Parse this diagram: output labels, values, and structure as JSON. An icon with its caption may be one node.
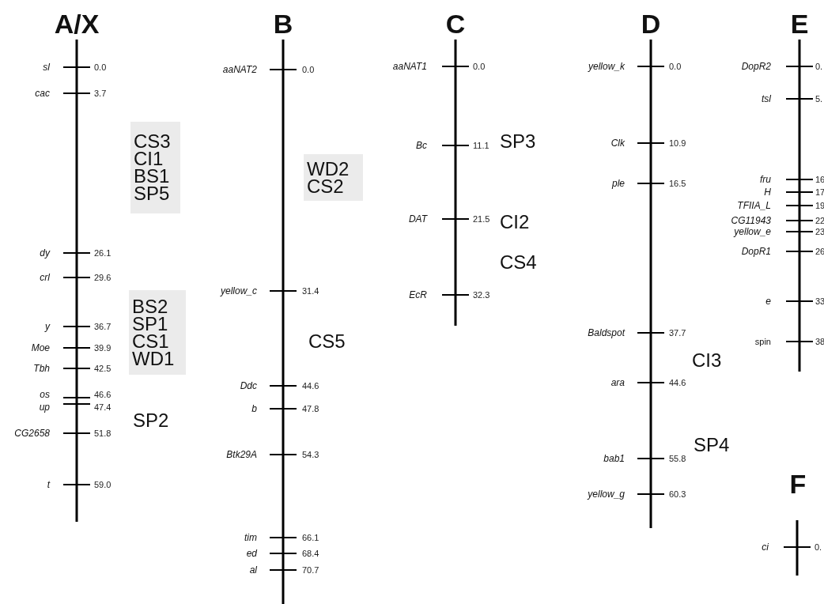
{
  "diagram": {
    "nodes": [
      {
        "text": [
          "CS3",
          "CI1",
          "BS1",
          "SP5"
        ]
      },
      {
        "text": [
          "BS2",
          "SP1",
          "CS1",
          "WD1"
        ]
      },
      {
        "text": [
          "WD2",
          "CS2"
        ]
      }
    ],
    "labels": [
      "A/X",
      "sl",
      "0.0",
      "cac",
      "3.7",
      "dy",
      "26.1",
      "crl",
      "29.6",
      "y",
      "36.7",
      "Moe",
      "39.9",
      "Tbh",
      "42.5",
      "os",
      "46.6",
      "up",
      "47.4",
      "CG2658",
      "51.8",
      "t",
      "59.0",
      "SP2",
      "B",
      "aaNAT2",
      "0.0",
      "yellow_c",
      "31.4",
      "Ddc",
      "44.6",
      "b",
      "47.8",
      "Btk29A",
      "54.3",
      "tim",
      "66.1",
      "ed",
      "68.4",
      "al",
      "70.7",
      "CS5",
      "C",
      "aaNAT1",
      "0.0",
      "Bc",
      "11.1",
      "DAT",
      "21.5",
      "EcR",
      "32.3",
      "SP3",
      "CI2",
      "CS4",
      "D",
      "yellow_k",
      "0.0",
      "Clk",
      "10.9",
      "ple",
      "16.5",
      "Baldspot",
      "37.7",
      "ara",
      "44.6",
      "bab1",
      "55.8",
      "yellow_g",
      "60.3",
      "CI3",
      "SP4",
      "E",
      "DopR2",
      "0.",
      "tsl",
      "5.",
      "fru",
      "16",
      "H",
      "17",
      "TFIIA_L",
      "19",
      "CG11943",
      "22",
      "yellow_e",
      "23",
      "DopR1",
      "26",
      "e",
      "33",
      "spin",
      "38",
      "F",
      "ci",
      "0."
    ]
  }
}
